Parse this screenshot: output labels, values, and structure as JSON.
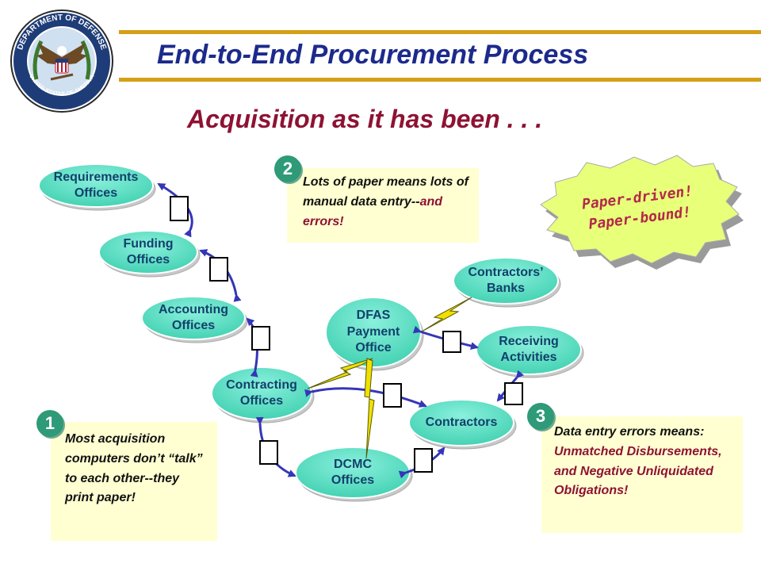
{
  "header": {
    "title": "End-to-End Procurement Process",
    "subtitle": "Acquisition as it has been . . ."
  },
  "seal": {
    "name": "department-of-defense-seal",
    "text_top": "DEPARTMENT OF DEFENSE",
    "text_bottom": "UNITED STATES OF AMERICA"
  },
  "nodes": {
    "requirements": "Requirements\nOffices",
    "funding": "Funding\nOffices",
    "accounting": "Accounting\nOffices",
    "contracting": "Contracting\nOffices",
    "dfas": "DFAS\nPayment\nOffice",
    "dcmc": "DCMC\nOffices",
    "contractors": "Contractors",
    "contractors_banks": "Contractors’\nBanks",
    "receiving": "Receiving\nActivities"
  },
  "callouts": [
    {
      "number": "1",
      "text": "Most acquisition computers don’t “talk” to each other--they print paper!"
    },
    {
      "number": "2",
      "text_plain": "Lots of paper means lots of manual data entry--",
      "text_highlight": "and errors!"
    },
    {
      "number": "3",
      "text_plain": "Data entry errors means: ",
      "text_highlight": "Unmatched Disbursements, and Negative Unliquidated Obligations!"
    }
  ],
  "burst": {
    "line1": "Paper-driven!",
    "line2": "Paper-bound!"
  },
  "colors": {
    "title": "#1c2a8c",
    "subtitle": "#8e1233",
    "node_fill": "#5ee0c4",
    "node_text": "#12406c",
    "arrow": "#3535b8",
    "note_bg": "#ffffd2",
    "badge": "#2e9a78",
    "lightning": "#f0e000",
    "rule": "#d4a017",
    "burst": "#e8ff7a",
    "burst_text": "#b2294a"
  }
}
